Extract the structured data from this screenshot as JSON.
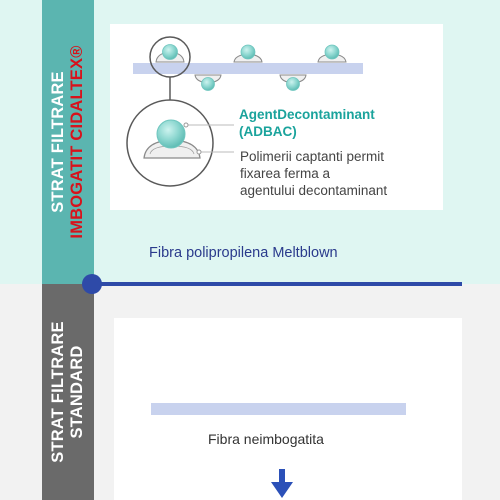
{
  "top_strip": {
    "line1": "STRAT FILTRARE",
    "line2": "IMBOGATIT CIDALTEX®"
  },
  "bottom_strip": {
    "line1": "STRAT FILTRARE",
    "line2": "STANDARD"
  },
  "agent": {
    "title_line1": "AgentDecontaminant",
    "title_line2": "(ADBAC)",
    "desc_line1": "Polimerii captanti permit",
    "desc_line2": "fixarea ferma a",
    "desc_line3": "agentului decontaminant"
  },
  "fiber_top_label": "Fibra polipropilena Meltblown",
  "fiber_bottom_label": "Fibra neimbogatita",
  "colors": {
    "top_background": "#dff6f2",
    "top_strip": "#5bb5b0",
    "bottom_strip": "#6a6a6a",
    "bottom_background": "#f2f2f2",
    "accent_red": "#d8121b",
    "agent_teal": "#1aa39c",
    "divider_blue": "#2e4aa8",
    "arrow_blue": "#2b50b8",
    "fiber_lavender": "#c8d2ee"
  }
}
